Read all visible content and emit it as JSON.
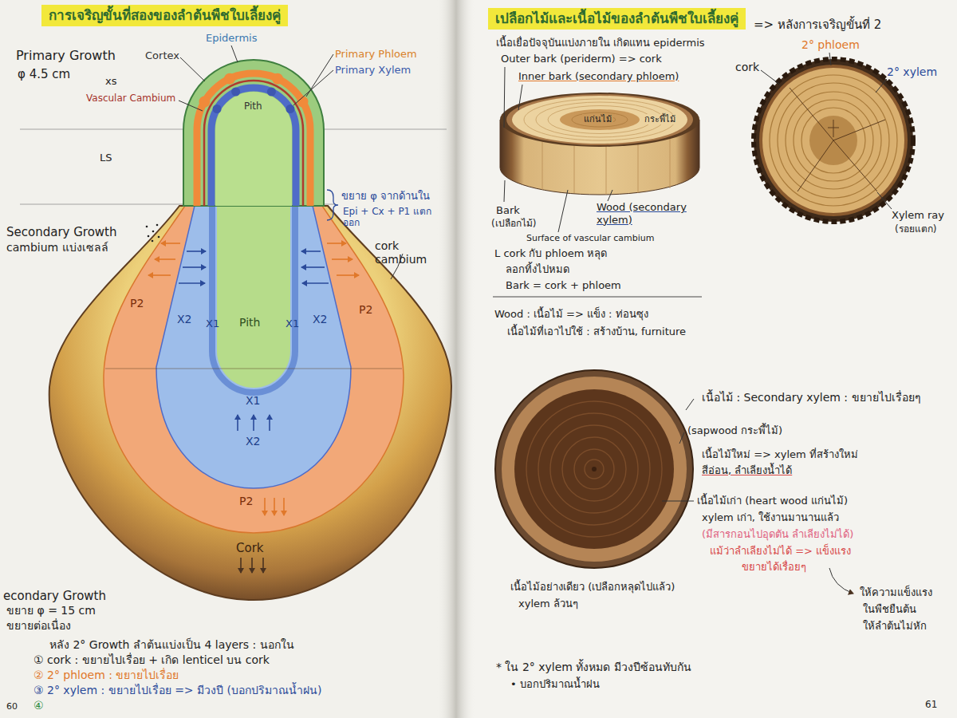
{
  "diagram": {
    "nodes": [
      {
        "text": [
          "การเจริญขั้นที่สองของลำต้นพืชใบเลี้ยงคู่"
        ]
      },
      {
        "text": [
          "เปลือกไม้และเนื้อไม้ของลำต้นพืชใบเลี้ยงคู่"
        ]
      }
    ],
    "labels": [
      "Epidermis",
      "Cortex",
      "Primary Phloem",
      "Primary Xylem",
      "Vascular Cambium",
      "Pith",
      "Primary Growth",
      "φ 4.5 cm",
      "xs",
      "LS",
      "ขยาย φ จากด้านใน",
      "Epi + Cx + P1 แตกออก",
      "Secondary Growth",
      "cambium แบ่งเซลล์",
      "cork cambium",
      "P2",
      "X2",
      "X1",
      "Pith",
      "X1",
      "X2",
      "P2",
      "X1",
      "X2",
      "P2",
      "Cork",
      "econdary Growth",
      "ขยาย φ = 15 cm",
      "ขยายต่อเนื่อง",
      "หลัง 2° Growth ลำต้นแบ่งเป็น 4 layers : นอกใน",
      "① cork : ขยายไปเรื่อย + เกิด lenticel บน cork",
      "② 2° phloem : ขยายไปเรื่อย",
      "③ 2° xylem : ขยายไปเรื่อย => มีวงปี (บอกปริมาณน้ำฝน)",
      "④",
      "60",
      "=> หลังการเจริญขั้นที่ 2",
      "เนื้อเยื่อปัจจุบันแบ่งภายใน เกิดแทน epidermis",
      "Outer bark (periderm) => cork",
      "Inner bark (secondary phloem)",
      "กระพี้ไม้",
      "แก่นไม้",
      "Bark",
      "(เปลือกไม้)",
      "Wood (secondary xylem)",
      "Surface of vascular cambium",
      "L cork กับ phloem หลุด",
      "ลอกทิ้งไปหมด",
      "Bark = cork + phloem",
      "Wood : เนื้อไม้ => แข็ง : ท่อนซุง",
      "เนื้อไม้ที่เอาไปใช้ : สร้างบ้าน, furniture",
      "cork",
      "2° phloem",
      "2° xylem",
      "Xylem ray",
      "(รอยแตก)",
      "เนื้อไม้ : Secondary xylem : ขยายไปเรื่อยๆ",
      "(sapwood กระพี้ไม้)",
      "เนื้อไม้ใหม่ => xylem ที่สร้างใหม่",
      "สีอ่อน, ลำเลียงน้ำได้",
      "เนื้อไม้เก่า (heart wood แก่นไม้)",
      "xylem เก่า, ใช้งานมานานแล้ว",
      "(มีสารกอนไปอุดตัน ลำเลียงไม่ได้)",
      "แม้ว่าลำเลียงไม่ได้ => แข็งแรง",
      "ขยายได้เรื่อยๆ",
      "ให้ความแข็งแรง",
      "ในพืชยืนต้น",
      "ให้ลำต้นไม่หัก",
      "เนื้อไม้อย่างเดียว (เปลือกหลุดไปแล้ว)",
      "xylem ล้วนๆ",
      "* ใน 2° xylem ทั้งหมด มีวงปีซ้อนทับกัน",
      "• บอกปริมาณน้ำฝน",
      "61"
    ]
  }
}
